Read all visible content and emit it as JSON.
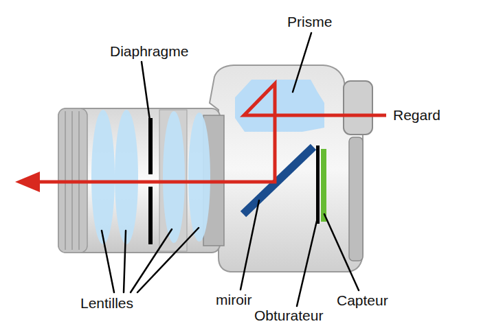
{
  "diagram": {
    "labels": [
      "Prisme",
      "Diaphragme",
      "Regard",
      "Lentilles",
      "miroir",
      "Obturateur",
      "Capteur"
    ]
  }
}
